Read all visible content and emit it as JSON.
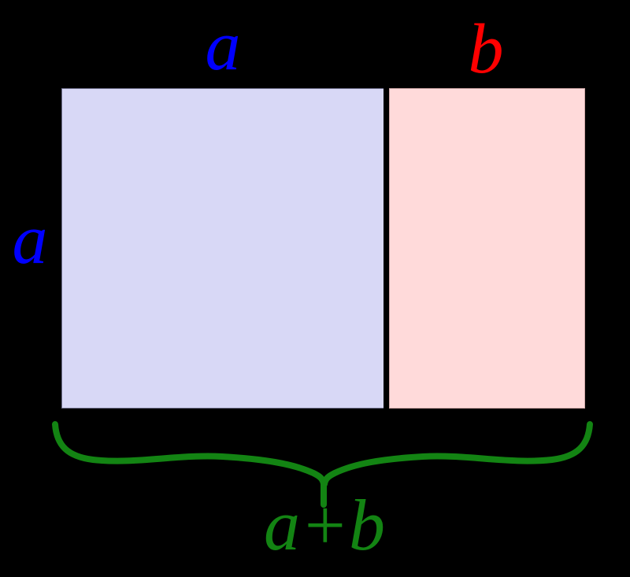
{
  "labels": {
    "side_a_top": "a",
    "side_a_left": "a",
    "side_b_top": "b",
    "total": "a+b"
  },
  "colors": {
    "background": "#000000",
    "square_fill": "#d8d8f6",
    "square_edge": "#70708c",
    "rect_b_fill": "#ffdada",
    "rect_b_edge": "#d0a8a8",
    "divider": "#000000",
    "label_blue": "#0000ff",
    "label_red": "#ff0000",
    "brace_green": "#138413"
  }
}
